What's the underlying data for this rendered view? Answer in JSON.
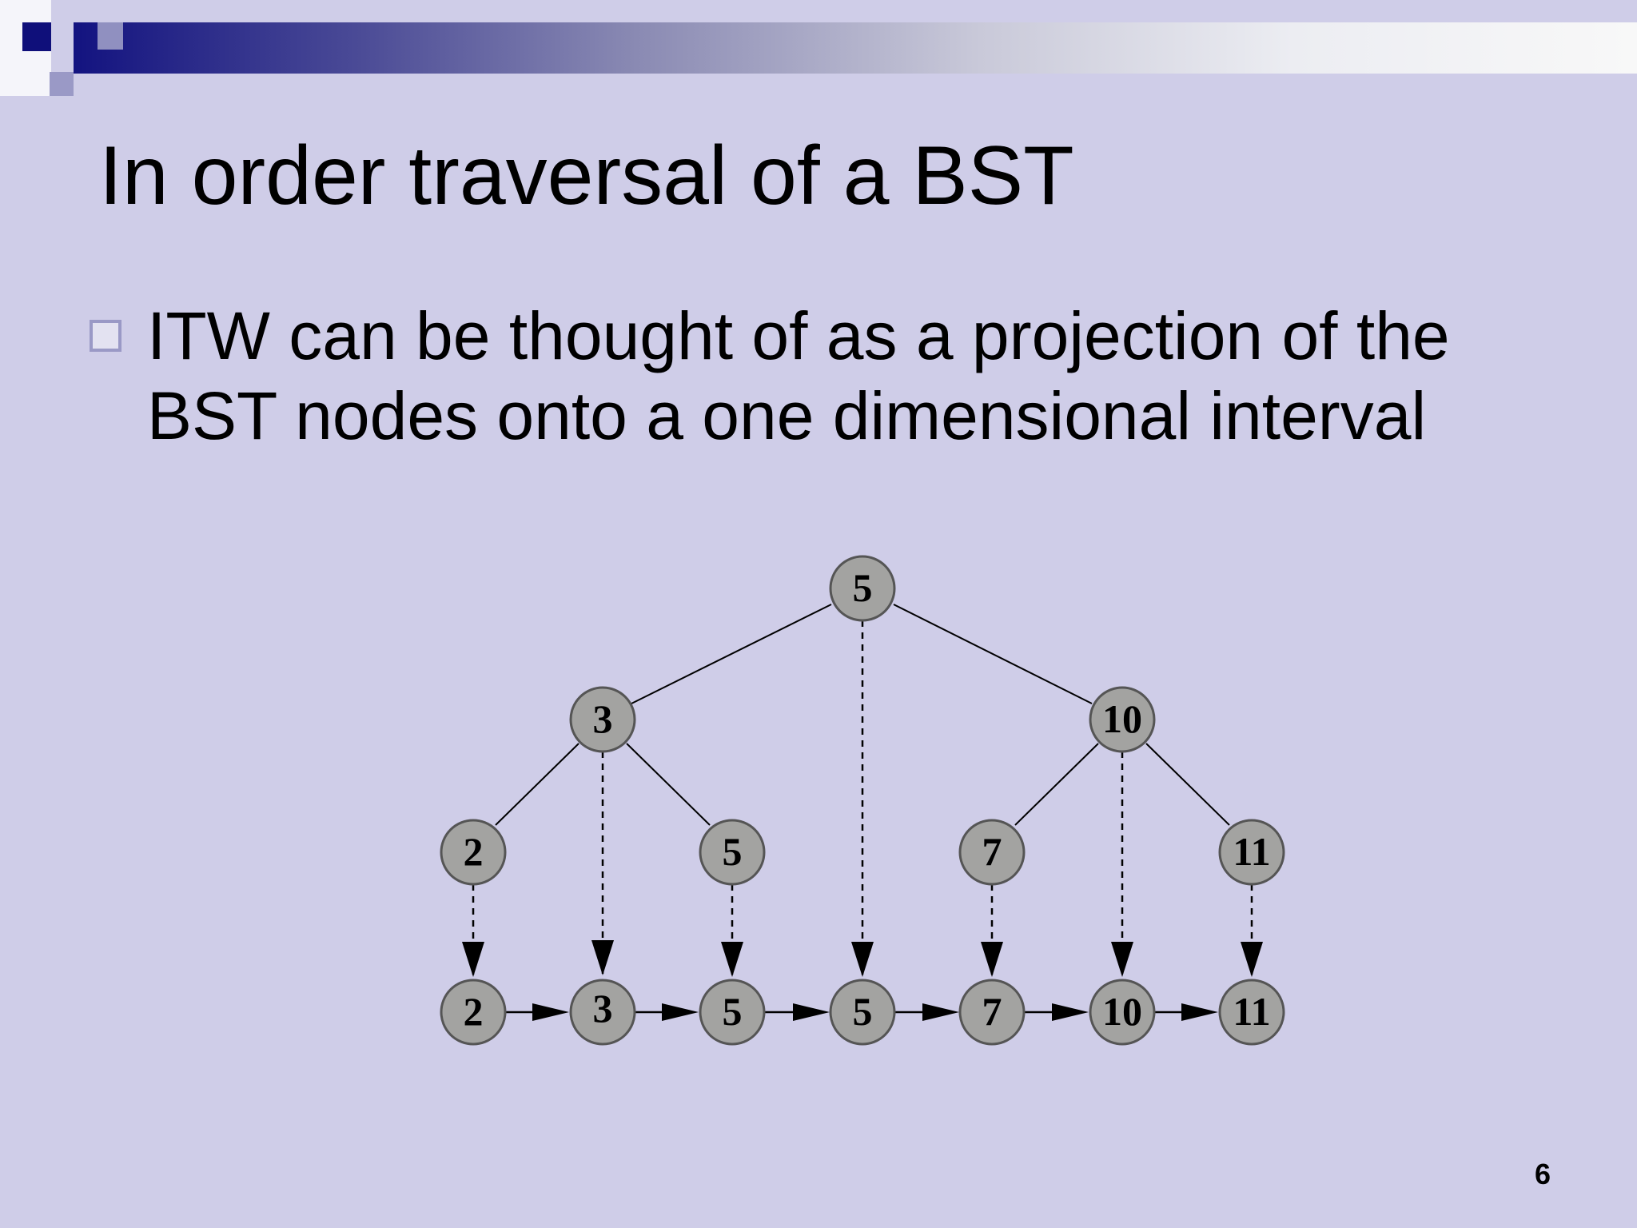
{
  "slide": {
    "title": "In order traversal of a BST",
    "bullet": "ITW can be thought of as a projection of the BST nodes onto a one dimensional interval",
    "page_number": "6"
  },
  "diagram": {
    "tree_nodes": [
      {
        "id": "n5a",
        "label": "5"
      },
      {
        "id": "n3",
        "label": "3"
      },
      {
        "id": "n10",
        "label": "10"
      },
      {
        "id": "n2",
        "label": "2"
      },
      {
        "id": "n5b",
        "label": "5"
      },
      {
        "id": "n7",
        "label": "7"
      },
      {
        "id": "n11",
        "label": "11"
      }
    ],
    "tree_edges": [
      [
        "n5a",
        "n3"
      ],
      [
        "n5a",
        "n10"
      ],
      [
        "n3",
        "n2"
      ],
      [
        "n3",
        "n5b"
      ],
      [
        "n10",
        "n7"
      ],
      [
        "n10",
        "n11"
      ]
    ],
    "projection_sequence": [
      "2",
      "3",
      "5",
      "5",
      "7",
      "10",
      "11"
    ],
    "projection_sources": [
      "n2",
      "n3",
      "n5b",
      "n5a",
      "n7",
      "n10",
      "n11"
    ]
  },
  "colors": {
    "background": "#cfcde8",
    "node_fill": "#a3a3a1",
    "node_stroke": "#555555",
    "line": "#000000",
    "accent_navy": "#0f0f7a"
  }
}
